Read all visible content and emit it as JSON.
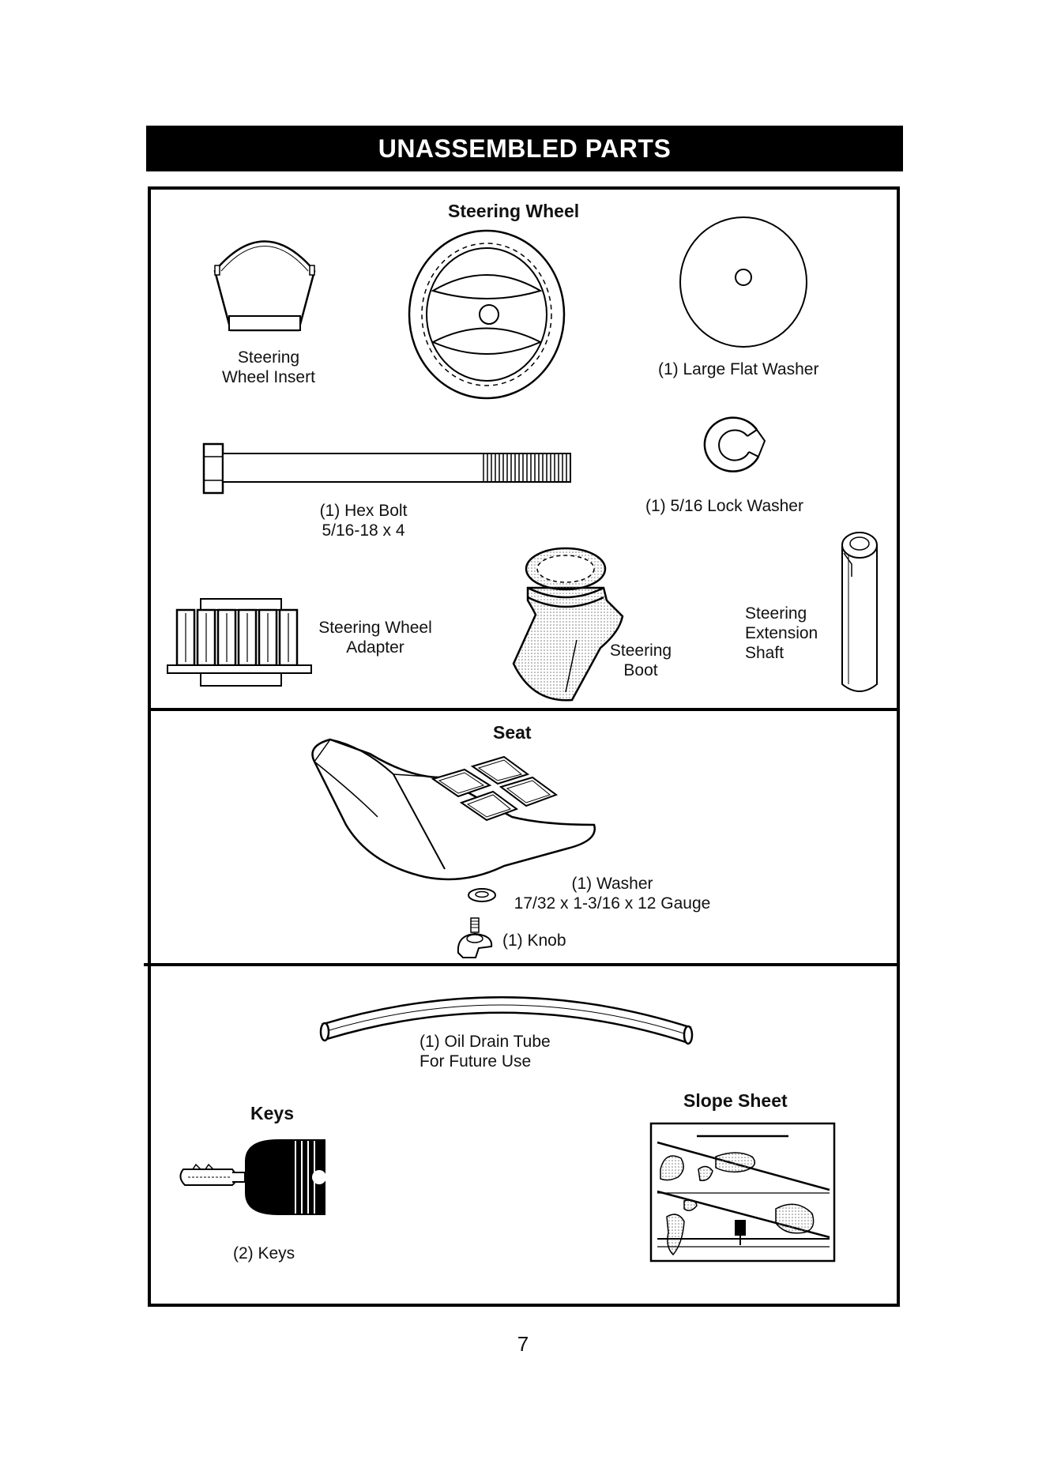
{
  "header": {
    "title": "UNASSEMBLED PARTS"
  },
  "sections": {
    "steering": {
      "title": "Steering Wheel",
      "parts": {
        "wheel_insert": [
          "Steering",
          "Wheel Insert"
        ],
        "large_flat_washer": "(1) Large Flat Washer",
        "hex_bolt": [
          "(1) Hex Bolt",
          "5/16-18 x 4"
        ],
        "lock_washer": "(1) 5/16 Lock Washer",
        "wheel_adapter": [
          "Steering Wheel",
          "Adapter"
        ],
        "boot": [
          "Steering",
          "Boot"
        ],
        "extension_shaft": [
          "Steering",
          "Extension",
          "Shaft"
        ]
      }
    },
    "seat": {
      "title": "Seat",
      "parts": {
        "washer": [
          "(1) Washer",
          "17/32 x 1-3/16 x 12 Gauge"
        ],
        "knob": "(1) Knob"
      }
    },
    "misc": {
      "oil_drain_tube": [
        "(1) Oil Drain Tube",
        "For Future Use"
      ],
      "keys_title": "Keys",
      "keys_label": "(2) Keys",
      "slope_sheet_title": "Slope Sheet"
    }
  },
  "page_number": "7"
}
